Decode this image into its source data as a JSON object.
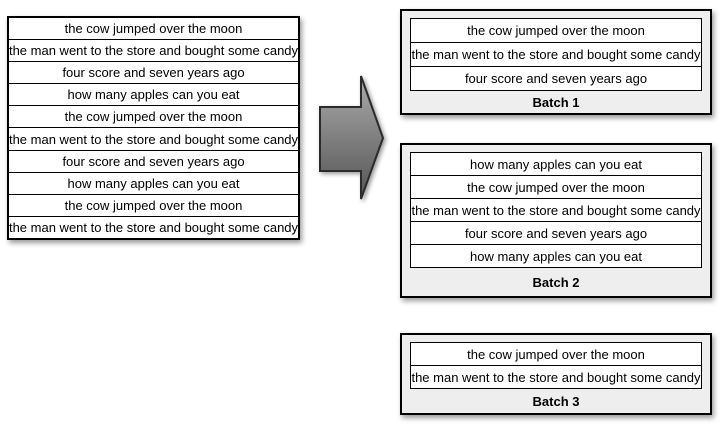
{
  "source_list": {
    "rows": [
      "the cow jumped over the moon",
      "the man went to the store and bought some candy",
      "four score and seven years ago",
      "how many apples can you eat",
      "the cow jumped over the moon",
      "the man went to the store and bought some candy",
      "four score and seven years ago",
      "how many apples can you eat",
      "the cow jumped over the moon",
      "the man went to the store and bought some candy"
    ]
  },
  "arrow": {
    "icon": "right-block-arrow-icon",
    "gradient_top": "#ababab",
    "gradient_bottom": "#545454",
    "outline": "#2b2b2b"
  },
  "batches": [
    {
      "label": "Batch 1",
      "rows": [
        "the cow jumped over the moon",
        "the man went to the store and bought some candy",
        "four score and seven years ago"
      ]
    },
    {
      "label": "Batch 2",
      "rows": [
        "how many apples can you eat",
        "the cow jumped over the moon",
        "the man went to the store and bought some candy",
        "four score and seven years ago",
        "how many apples can you eat"
      ]
    },
    {
      "label": "Batch 3",
      "rows": [
        "the cow jumped over the moon",
        "the man went to the store and bought some candy"
      ]
    }
  ],
  "colors": {
    "batch_box_fill": "#eeeeee",
    "row_fill": "#ffffff",
    "border": "#000000",
    "text": "#000000"
  }
}
